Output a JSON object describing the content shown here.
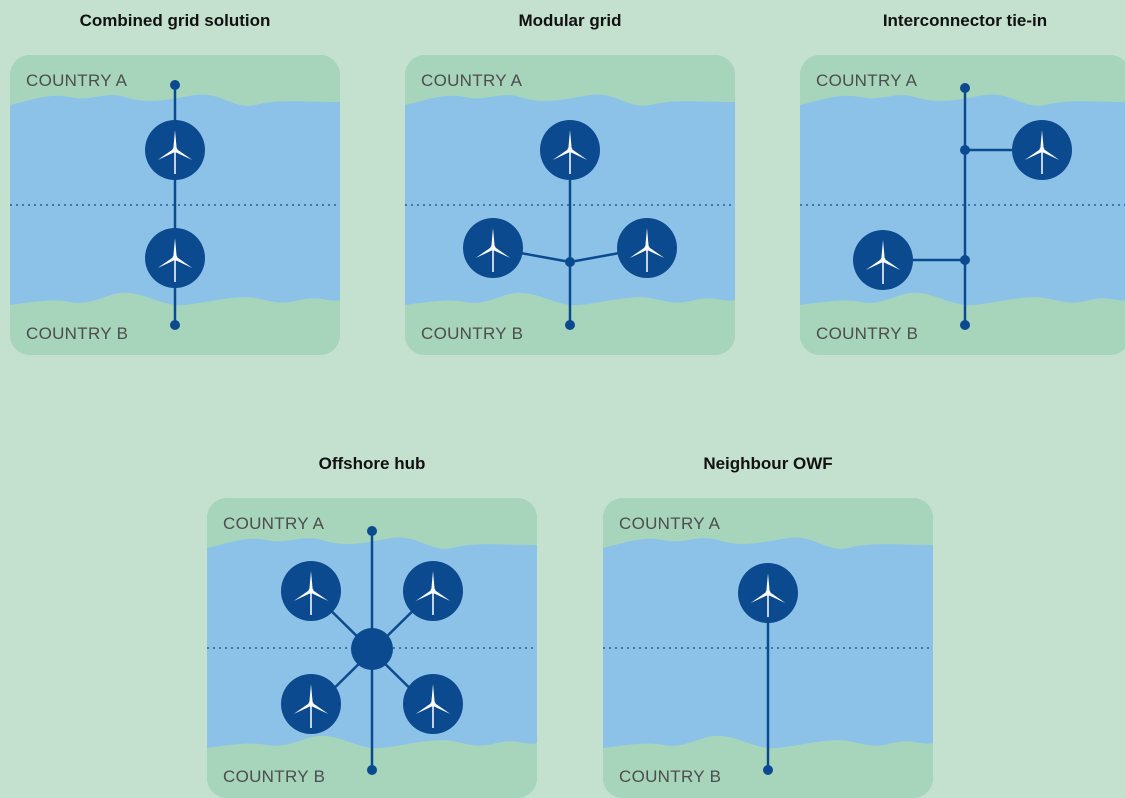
{
  "colors": {
    "background": "#c4e1d0",
    "land": "#a6d5bb",
    "sea": "#8dc2e8",
    "cable": "#0b4a8f",
    "turbine_circle": "#0b4a8f",
    "turbine_blade": "#ffffff",
    "border_line": "#2b5e8f"
  },
  "icons": {
    "turbine": "wind-turbine-icon",
    "hub": "offshore-hub-icon"
  },
  "panels": [
    {
      "id": "combined",
      "title": "Combined grid solution",
      "country_a": "COUNTRY A",
      "country_b": "COUNTRY B"
    },
    {
      "id": "modular",
      "title": "Modular grid",
      "country_a": "COUNTRY A",
      "country_b": "COUNTRY B"
    },
    {
      "id": "interconnector",
      "title": "Interconnector tie-in",
      "country_a": "COUNTRY A",
      "country_b": "COUNTRY B"
    },
    {
      "id": "hub",
      "title": "Offshore hub",
      "country_a": "COUNTRY A",
      "country_b": "COUNTRY B"
    },
    {
      "id": "neighbour",
      "title": "Neighbour OWF",
      "country_a": "COUNTRY A",
      "country_b": "COUNTRY B"
    }
  ]
}
